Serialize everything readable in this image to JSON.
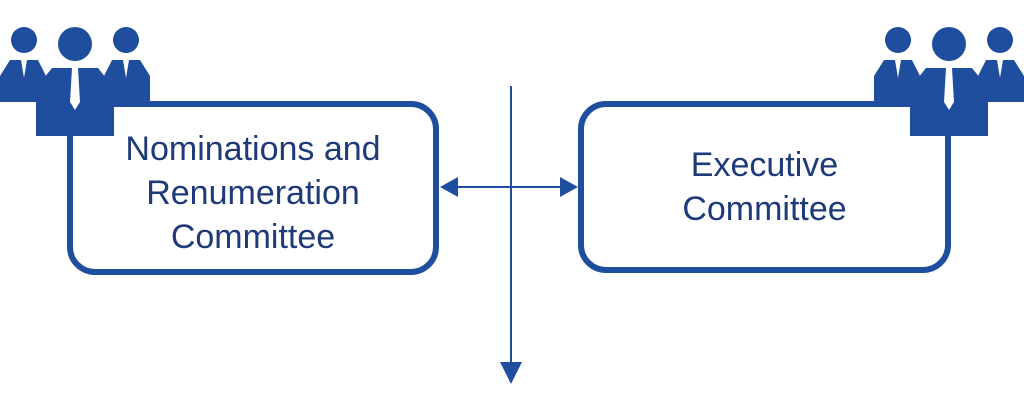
{
  "nodes": {
    "left": {
      "lines": [
        "Nominations and",
        "Renumeration",
        "Committee"
      ]
    },
    "right": {
      "lines": [
        "Executive",
        "Committee"
      ]
    }
  },
  "icons": {
    "left": "people-group-icon",
    "right": "people-group-icon"
  },
  "colors": {
    "primary": "#1f4e9e",
    "text": "#1e3a78",
    "background": "#ffffff"
  }
}
